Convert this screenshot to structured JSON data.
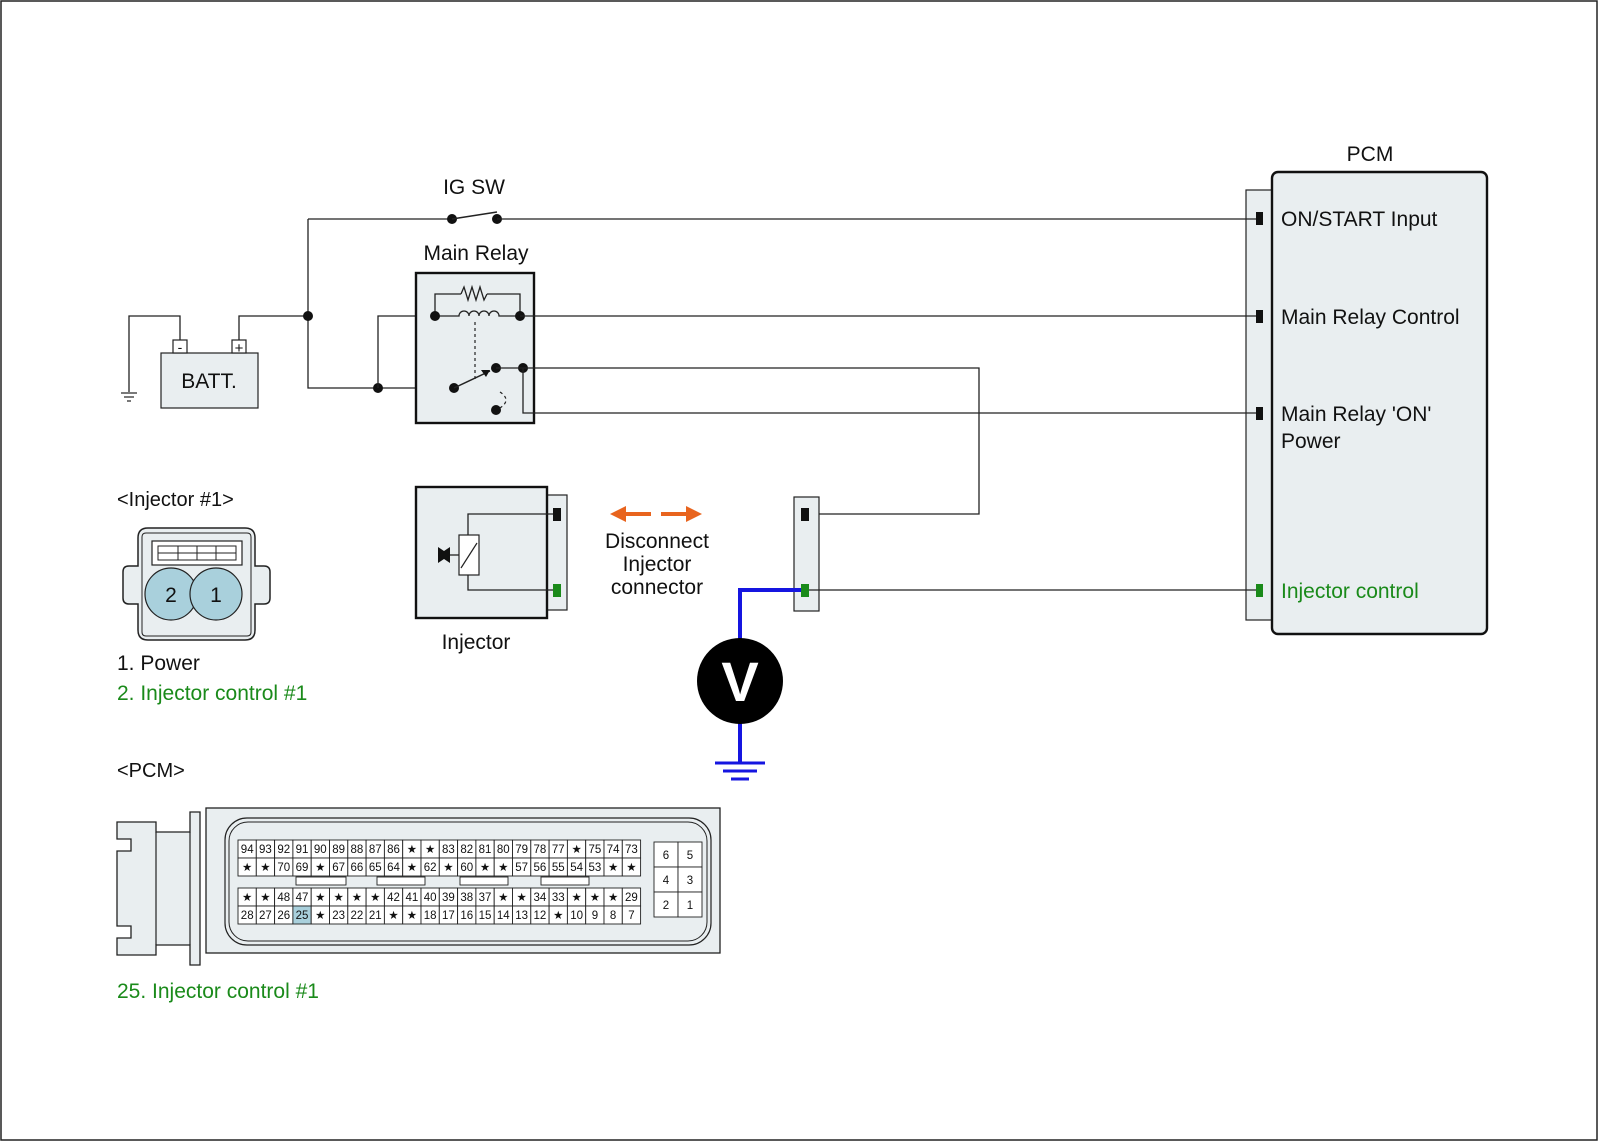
{
  "labels": {
    "pcm_title": "PCM",
    "ig_sw": "IG SW",
    "main_relay": "Main Relay",
    "batt": "BATT.",
    "batt_minus": "-",
    "batt_plus": "+",
    "on_start_input": "ON/START Input",
    "main_relay_control": "Main Relay Control",
    "main_relay_on_power_1": "Main Relay 'ON'",
    "main_relay_on_power_2": "Power",
    "injector_control": "Injector control",
    "injector": "Injector",
    "disconnect_1": "Disconnect",
    "disconnect_2": "Injector",
    "disconnect_3": "connector",
    "voltmeter": "V"
  },
  "injector_connector": {
    "title": "<Injector #1>",
    "pin_left": "2",
    "pin_right": "1",
    "legend_1": "1. Power",
    "legend_2": "2. Injector control #1"
  },
  "pcm_connector": {
    "title": "<PCM>",
    "row1": [
      "94",
      "93",
      "92",
      "91",
      "90",
      "89",
      "88",
      "87",
      "86",
      "★",
      "★",
      "83",
      "82",
      "81",
      "80",
      "79",
      "78",
      "77",
      "★",
      "75",
      "74",
      "73"
    ],
    "row2": [
      "★",
      "★",
      "70",
      "69",
      "★",
      "67",
      "66",
      "65",
      "64",
      "★",
      "62",
      "★",
      "60",
      "★",
      "★",
      "57",
      "56",
      "55",
      "54",
      "53",
      "★",
      "★"
    ],
    "row3": [
      "★",
      "★",
      "48",
      "47",
      "★",
      "★",
      "★",
      "★",
      "42",
      "41",
      "40",
      "39",
      "38",
      "37",
      "★",
      "★",
      "34",
      "33",
      "★",
      "★",
      "★",
      "29"
    ],
    "row4": [
      "28",
      "27",
      "26",
      "25",
      "★",
      "23",
      "22",
      "21",
      "★",
      "★",
      "18",
      "17",
      "16",
      "15",
      "14",
      "13",
      "12",
      "★",
      "10",
      "9",
      "8",
      "7"
    ],
    "highlight_pin": "25",
    "small_block": [
      "6",
      "5",
      "4",
      "3",
      "2",
      "1"
    ],
    "legend": "25. Injector control #1"
  },
  "colors": {
    "green": "#1a8a1a",
    "probe_blue": "#1515e0",
    "arrow_orange": "#e8641e",
    "fill": "#e9eef0",
    "pin_blue": "#a9d0dc"
  }
}
